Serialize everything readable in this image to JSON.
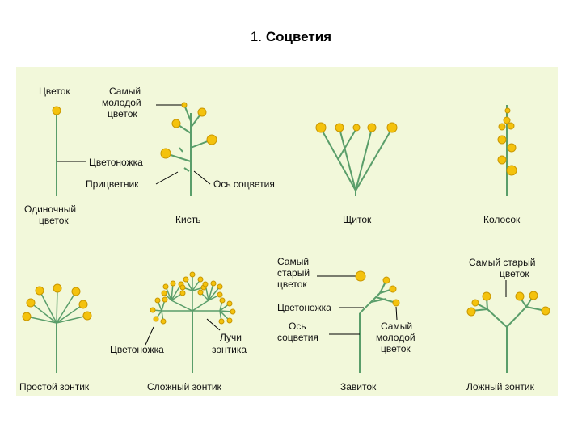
{
  "title": {
    "number": "1.",
    "text": "Соцветия"
  },
  "colors": {
    "panel": "#f2f8da",
    "stem": "#5a9e6a",
    "flower": "#f4c20d",
    "flower_edge": "#c99700",
    "pointer": "#000000"
  },
  "labels": {
    "single_flower": "Цветок",
    "youngest_1": "Самый",
    "youngest_2": "молодой",
    "youngest_3": "цветок",
    "pedicel_top": "Цветоножка",
    "bract": "Прицветник",
    "axis_top": "Ось соцветия",
    "oldest_1": "Самый",
    "oldest_2": "старый",
    "oldest_3": "цветок",
    "pedicel_cyme": "Цветоножка",
    "axis_cyme_1": "Ось",
    "axis_cyme_2": "соцветия",
    "youngest_cyme_1": "Самый",
    "youngest_cyme_2": "молодой",
    "youngest_cyme_3": "цветок",
    "pedicel_compound": "Цветоножка",
    "rays_1": "Лучи",
    "rays_2": "зонтика",
    "oldest_false": "Самый старый",
    "oldest_false_2": "цветок"
  },
  "inflorescences": [
    {
      "id": "single",
      "name_1": "Одиночный",
      "name_2": "цветок"
    },
    {
      "id": "raceme",
      "name_1": "Кисть"
    },
    {
      "id": "corymb",
      "name_1": "Щиток"
    },
    {
      "id": "spike",
      "name_1": "Колосок"
    },
    {
      "id": "umbel",
      "name_1": "Простой зонтик"
    },
    {
      "id": "compound-umbel",
      "name_1": "Сложный зонтик"
    },
    {
      "id": "cyme",
      "name_1": "Завиток"
    },
    {
      "id": "false-umbel",
      "name_1": "Ложный зонтик"
    }
  ]
}
